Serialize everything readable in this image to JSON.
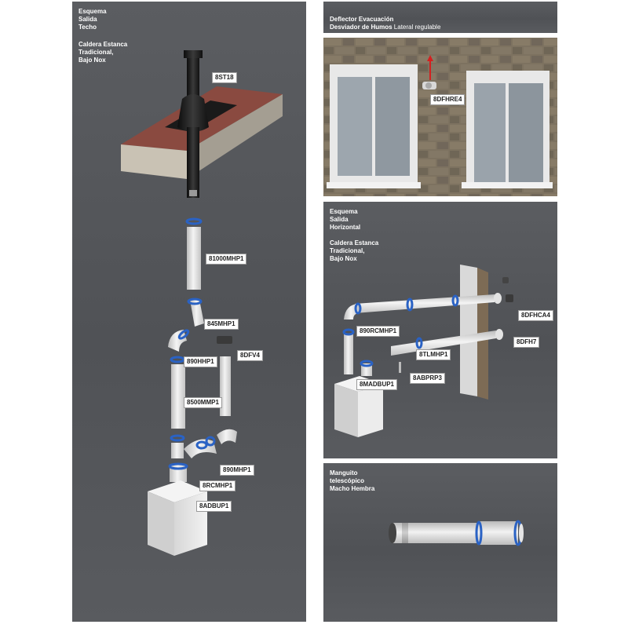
{
  "panels": {
    "vertical": {
      "title": "Esquema\nSalida\nTecho",
      "subtitle": "Caldera Estanca\nTradicional,\nBajo Nox",
      "parts": [
        "8ST18",
        "81000MHP1",
        "845MHP1",
        "8DFV4",
        "890HHP1",
        "8500MMP1",
        "890MHP1",
        "8RCMHP1",
        "8ADBUP1"
      ]
    },
    "deflector": {
      "title_bold": "Deflector Evacuación\nDesviador de Humos",
      "title_light": " Lateral regulable",
      "parts": [
        "8DFHRE4"
      ]
    },
    "horizontal": {
      "title": "Esquema\nSalida\nHorizontal",
      "subtitle": "Caldera Estanca\nTradicional,\nBajo Nox",
      "parts": [
        "8DFHCA4",
        "890RCMHP1",
        "8DFH7",
        "8TLMHP1",
        "8MADBUP1",
        "8ABPRP3"
      ]
    },
    "telescopic": {
      "title": "Manguito\ntelescópico\nMacho Hembra"
    }
  },
  "colors": {
    "panel": "#54565a",
    "pipe": "#e6e6e6",
    "ring": "#2a62c4",
    "boiler": "#e9e9e9",
    "flue_black": "#1b1b1b"
  }
}
